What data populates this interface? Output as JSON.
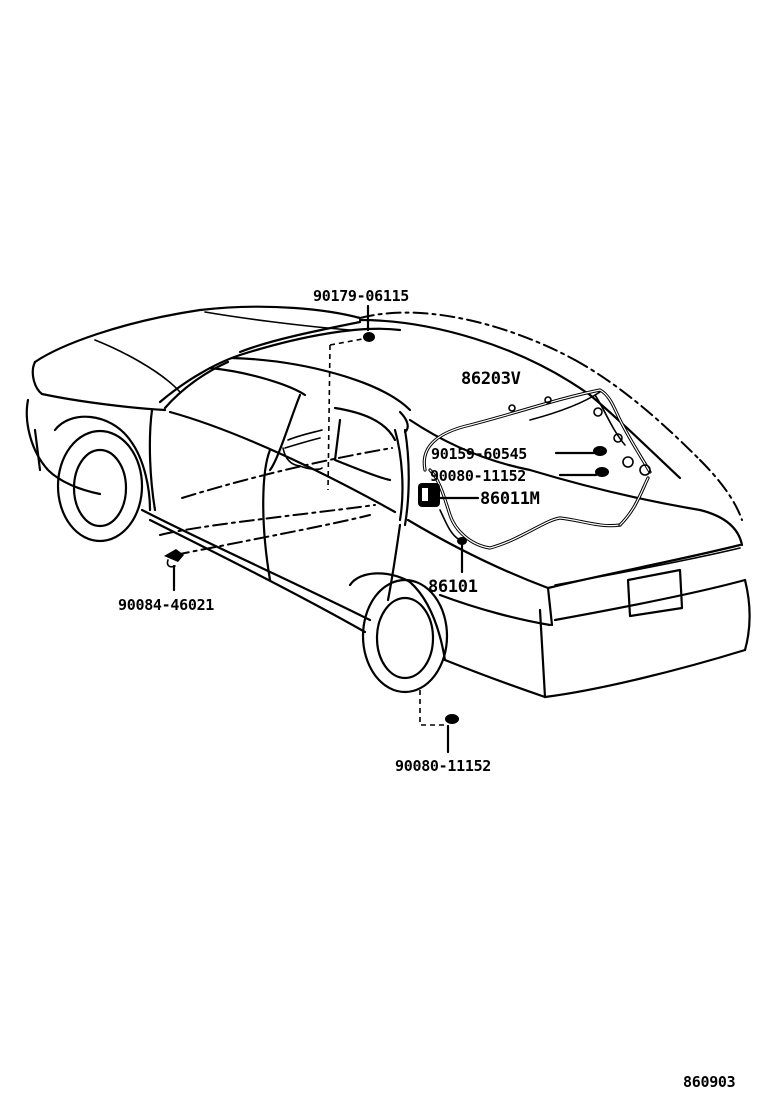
{
  "labels": {
    "p90179": "90179-06115",
    "p86203v": "86203V",
    "p90159": "90159-60545",
    "p90080_top": "90080-11152",
    "p86011m": "86011M",
    "p86101": "86101",
    "p90084": "90084-46021",
    "p90080_bottom": "90080-11152",
    "diagram_code": "860903"
  },
  "colors": {
    "line": "#000000",
    "background": "#ffffff"
  }
}
